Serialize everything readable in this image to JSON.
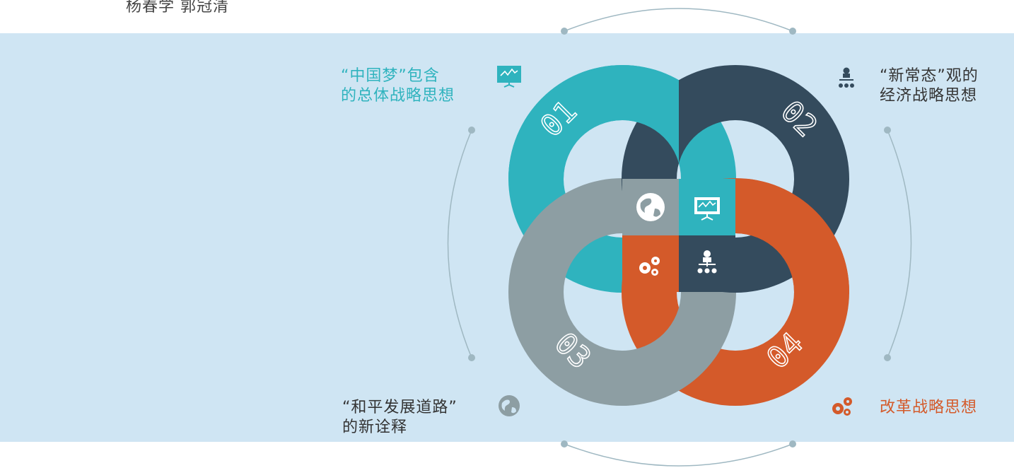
{
  "authors": "杨春学 郭冠清",
  "items": [
    {
      "number": "01",
      "line1": "“中国梦”包含",
      "line2": "的总体战略思想",
      "icon": "presentation-board-icon",
      "color": "#2fb3be"
    },
    {
      "number": "02",
      "line1": "“新常态”观的",
      "line2": "经济战略思想",
      "icon": "hierarchy-person-icon",
      "color": "#344b5d"
    },
    {
      "number": "03",
      "line1": "“和平发展道路”",
      "line2": "的新诠释",
      "icon": "globe-icon",
      "color": "#8d9ea3"
    },
    {
      "number": "04",
      "line1": "改革战略思想",
      "line2": "",
      "icon": "gears-icon",
      "color": "#d45a2a"
    }
  ],
  "colors": {
    "background_band": "#cfe5f3",
    "teal": "#2fb3be",
    "navy": "#344b5d",
    "gray": "#8d9ea3",
    "orange": "#d45a2a"
  }
}
